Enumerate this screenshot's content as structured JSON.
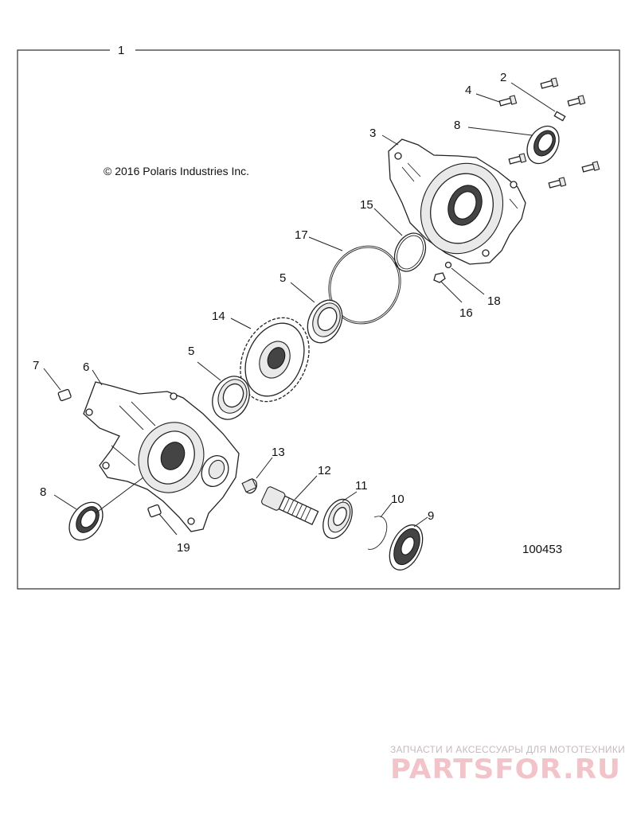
{
  "copyright": "© 2016 Polaris Industries Inc.",
  "figure_number": "100453",
  "callouts": {
    "c1": "1",
    "c2": "2",
    "c3": "3",
    "c4": "4",
    "c5a": "5",
    "c5b": "5",
    "c6": "6",
    "c7": "7",
    "c8a": "8",
    "c8b": "8",
    "c9": "9",
    "c10": "10",
    "c11": "11",
    "c12": "12",
    "c13": "13",
    "c14": "14",
    "c15": "15",
    "c16": "16",
    "c17": "17",
    "c18": "18",
    "c19": "19"
  },
  "watermark": {
    "tagline": "ЗАПЧАСТИ И АКСЕССУАРЫ ДЛЯ МОТОТЕХНИКИ",
    "brand": "PARTSFOR.RU"
  }
}
